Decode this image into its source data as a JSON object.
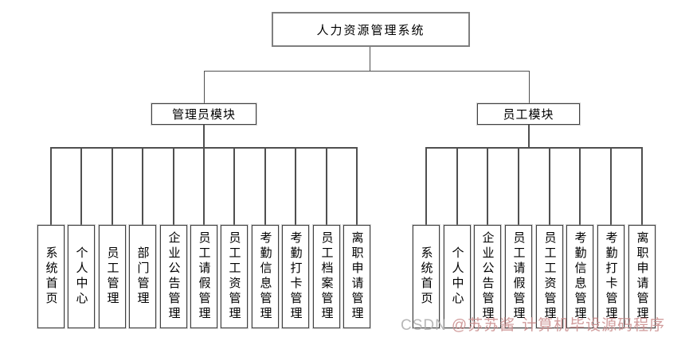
{
  "diagram": {
    "root": {
      "label": "人力资源管理系统"
    },
    "branches": [
      {
        "label": "管理员模块",
        "children": [
          "系统首页",
          "个人中心",
          "员工管理",
          "部门管理",
          "企业公告管理",
          "员工请假管理",
          "员工工资管理",
          "考勤信息管理",
          "考勤打卡管理",
          "员工档案管理",
          "离职申请管理"
        ]
      },
      {
        "label": "员工模块",
        "children": [
          "系统首页",
          "个人中心",
          "企业公告管理",
          "员工请假管理",
          "员工工资管理",
          "考勤信息管理",
          "考勤打卡管理",
          "离职申请管理"
        ]
      }
    ]
  },
  "watermark": {
    "prefix": "CSDN",
    "handle": "@苏苏酱",
    "suffix": "计算机毕设源码程序"
  },
  "colors": {
    "background": "#ffffff",
    "box_border": "#404040",
    "root_border": "#7f7f7f",
    "connector": "#4f4f4f",
    "text": "#000000",
    "watermark_prefix": "#aaaaaa",
    "watermark_text": "#cb8e8e"
  }
}
